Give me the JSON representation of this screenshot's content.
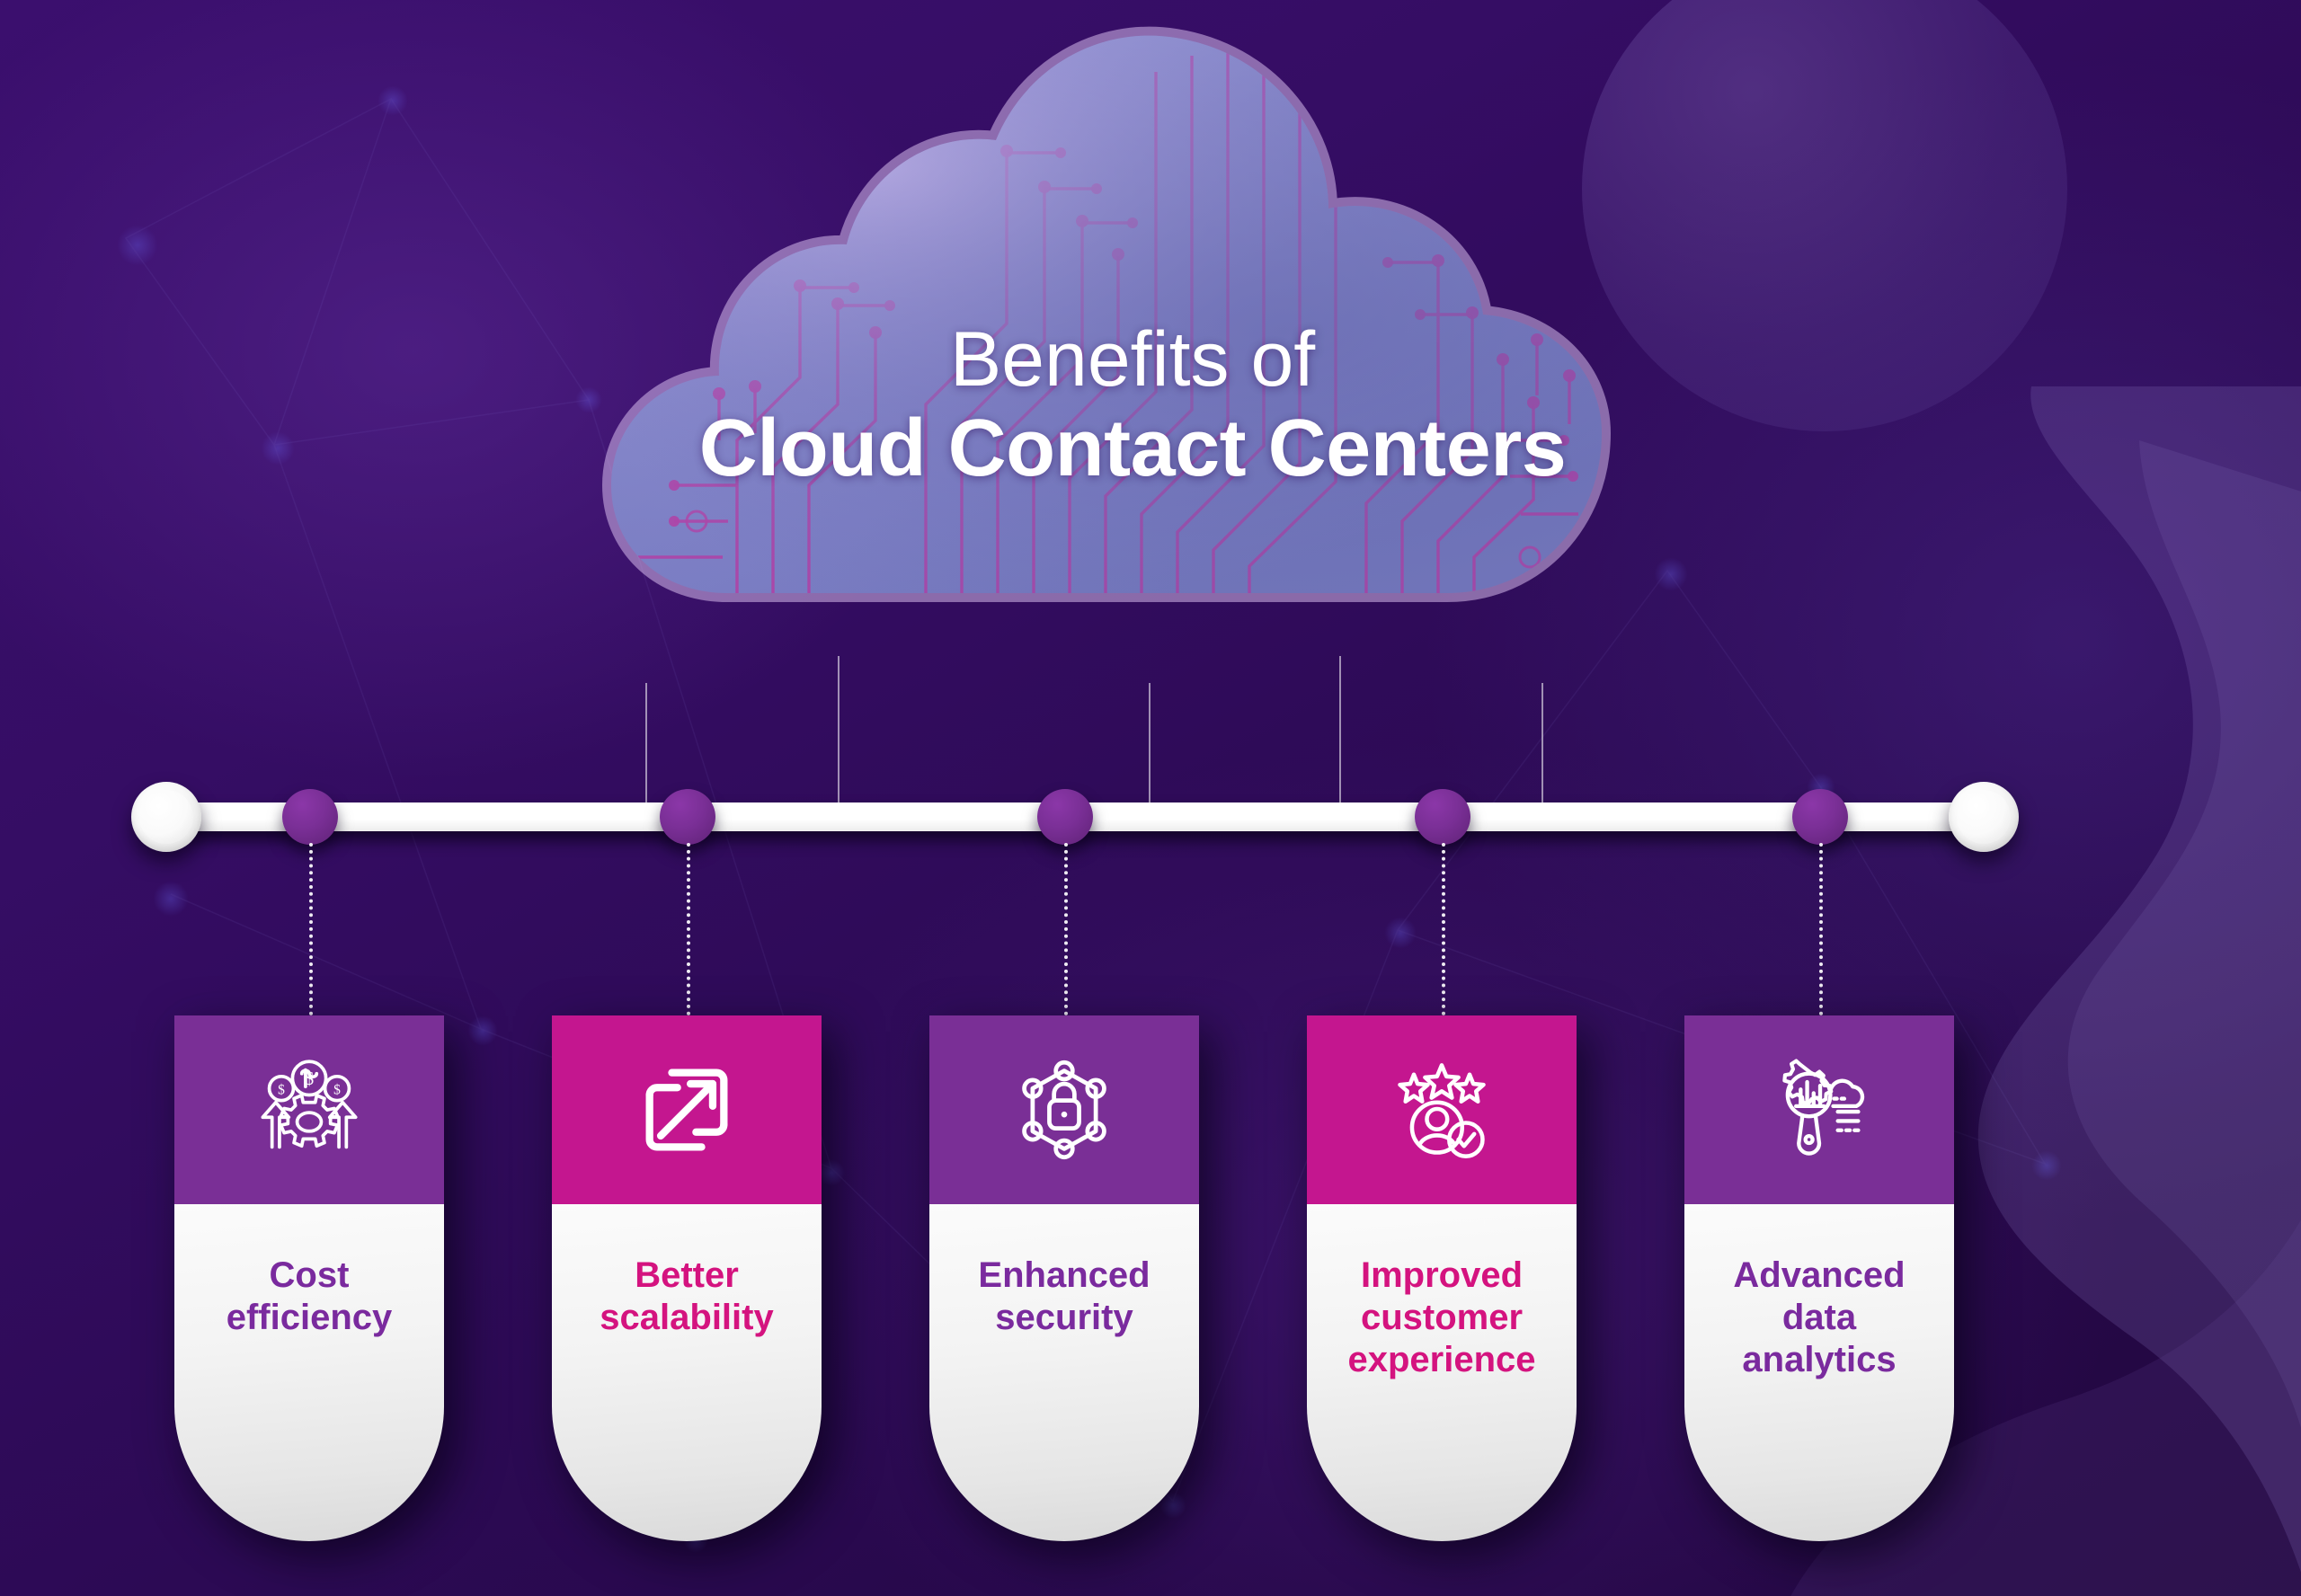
{
  "theme": {
    "bg_deep": "#2a0a52",
    "bg_mid": "#3b0f6e",
    "purple": "#7a2f96",
    "magenta": "#c4168f",
    "label_purple": "#7a2a9e",
    "label_magenta": "#d4137f",
    "white": "#ffffff",
    "cloud_fill": "#7b7ec4",
    "cloud_trace": "#b13fa5",
    "cloud_edge": "#d9b8ef"
  },
  "cloud": {
    "title_line1": "Benefits of",
    "title_line2": "Cloud Contact Centers",
    "icon": "cloud-circuit-shape"
  },
  "timeline": {
    "start_cap": "timeline-start-cap",
    "end_cap": "timeline-end-cap",
    "node_count": 5
  },
  "cards": [
    {
      "index": 1,
      "label": "Cost\nefficiency",
      "header_color": "#7a2f96",
      "label_color": "#7a2a9e",
      "icon": "cost-efficiency-icon",
      "icon_desc": "dollar coins with gear and upward arrows"
    },
    {
      "index": 2,
      "label": "Better\nscalability",
      "header_color": "#c4168f",
      "label_color": "#d4137f",
      "icon": "scalability-expand-icon",
      "icon_desc": "square with diagonal expand arrow"
    },
    {
      "index": 3,
      "label": "Enhanced\nsecurity",
      "header_color": "#7a2f96",
      "label_color": "#7a2a9e",
      "icon": "security-lock-network-icon",
      "icon_desc": "padlock inside hexagonal network of nodes"
    },
    {
      "index": 4,
      "label": "Improved\ncustomer\nexperience",
      "header_color": "#c4168f",
      "label_color": "#d4137f",
      "icon": "customer-experience-icon",
      "icon_desc": "three stars above user avatar with check badge"
    },
    {
      "index": 5,
      "label": "Advanced\ndata\nanalytics",
      "header_color": "#7a2f96",
      "label_color": "#7a2a9e",
      "icon": "data-analytics-icon",
      "icon_desc": "magnifying glass gear with bar chart, cloud and list lines"
    }
  ]
}
